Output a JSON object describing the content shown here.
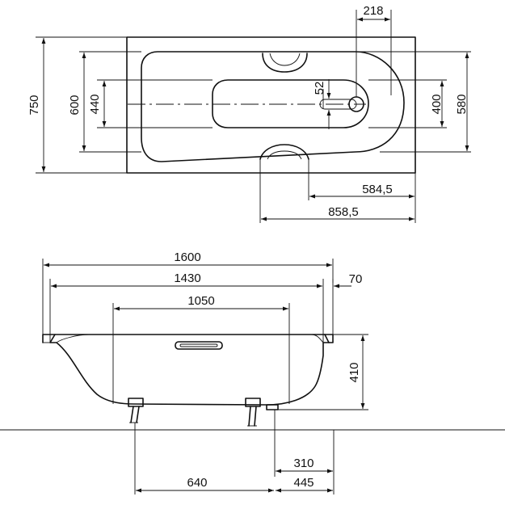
{
  "top_view": {
    "dimensions": {
      "overall_width": "750",
      "outer_inner_width": "600",
      "bottom_width": "440",
      "overflow_offset": "52",
      "bottom_inner_width": "400",
      "inner_width": "580",
      "drain_offset": "218",
      "drain_to_end": "584,5",
      "handle_to_end": "858,5"
    }
  },
  "side_view": {
    "dimensions": {
      "overall_length": "1600",
      "inner_length": "1430",
      "bottom_length": "1050",
      "rim_offset": "70",
      "depth": "410",
      "drain_position": "310",
      "feet_spacing": "640",
      "foot_to_end": "445"
    }
  }
}
